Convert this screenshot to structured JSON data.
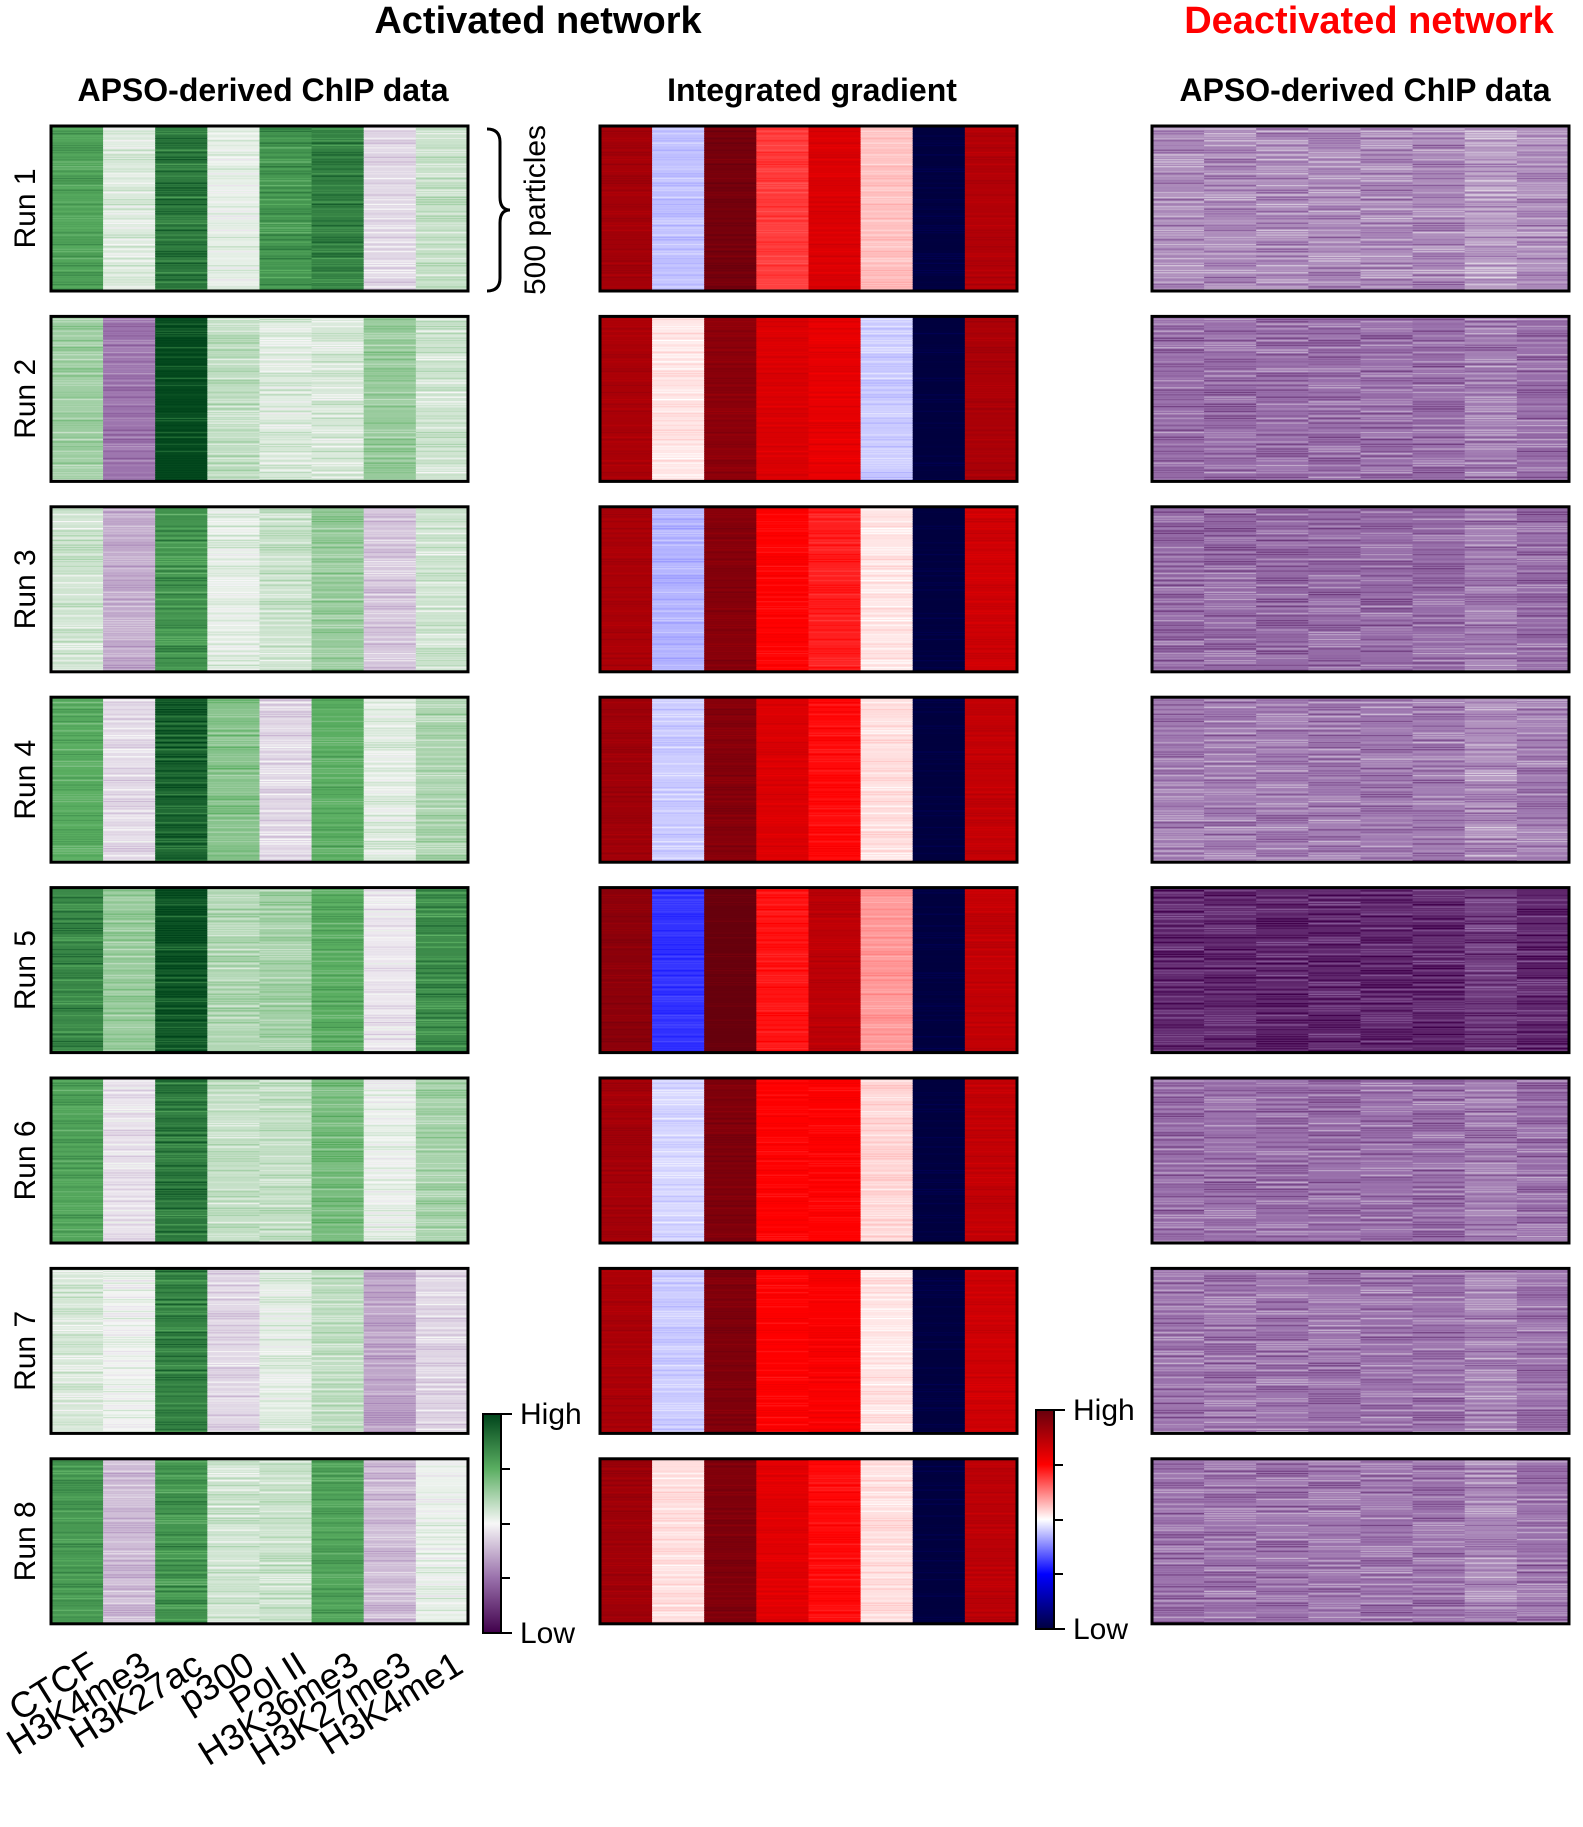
{
  "header": {
    "activated_title": "Activated network",
    "deactivated_title": "Deactivated network",
    "deactivated_color": "#ff0000"
  },
  "columns": {
    "left_title": "APSO-derived ChIP data",
    "middle_title": "Integrated gradient",
    "right_title": "APSO-derived ChIP data"
  },
  "annotation": {
    "particles_label": "500 particles"
  },
  "colorbars": {
    "green": {
      "high_label": "High",
      "low_label": "Low",
      "stops": [
        "#00441b",
        "#5aae61",
        "#f7f7f7",
        "#9970ab",
        "#40004b"
      ]
    },
    "redblue": {
      "high_label": "High",
      "low_label": "Low",
      "stops": [
        "#67000d",
        "#ff0000",
        "#ffffff",
        "#0000ff",
        "#00003f"
      ]
    }
  },
  "chart_data": {
    "type": "heatmap",
    "row_count_per_run": 500,
    "features": [
      "CTCF",
      "H3K4me3",
      "H3K27ac",
      "p300",
      "Pol II",
      "H3K36me3",
      "H3K27me3",
      "H3K4me1"
    ],
    "value_range": [
      -1,
      1
    ],
    "runs": [
      {
        "label": "Run 1",
        "chip_activated": [
          0.55,
          0.08,
          0.75,
          0.05,
          0.62,
          0.72,
          -0.12,
          0.15
        ],
        "integrated_gradient": [
          0.8,
          -0.12,
          0.95,
          0.38,
          0.62,
          0.12,
          -1.0,
          0.75
        ],
        "chip_deactivated": [
          -0.4,
          -0.4,
          -0.4,
          -0.4,
          -0.4,
          -0.4,
          -0.32,
          -0.38
        ]
      },
      {
        "label": "Run 2",
        "chip_activated": [
          0.28,
          -0.48,
          0.97,
          0.18,
          0.08,
          0.1,
          0.3,
          0.12
        ],
        "integrated_gradient": [
          0.78,
          0.05,
          0.88,
          0.62,
          0.58,
          -0.1,
          -1.0,
          0.78
        ],
        "chip_deactivated": [
          -0.5,
          -0.5,
          -0.5,
          -0.5,
          -0.5,
          -0.5,
          -0.45,
          -0.5
        ]
      },
      {
        "label": "Run 3",
        "chip_activated": [
          0.12,
          -0.28,
          0.62,
          0.06,
          0.14,
          0.3,
          -0.18,
          0.12
        ],
        "integrated_gradient": [
          0.78,
          -0.15,
          0.9,
          0.5,
          0.44,
          0.05,
          -1.0,
          0.66
        ],
        "chip_deactivated": [
          -0.52,
          -0.52,
          -0.52,
          -0.52,
          -0.52,
          -0.52,
          -0.45,
          -0.52
        ]
      },
      {
        "label": "Run 4",
        "chip_activated": [
          0.5,
          -0.1,
          0.85,
          0.36,
          -0.12,
          0.5,
          0.06,
          0.24
        ],
        "integrated_gradient": [
          0.82,
          -0.1,
          0.9,
          0.62,
          0.48,
          0.06,
          -1.0,
          0.7
        ],
        "chip_deactivated": [
          -0.45,
          -0.45,
          -0.45,
          -0.45,
          -0.45,
          -0.45,
          -0.38,
          -0.45
        ]
      },
      {
        "label": "Run 5",
        "chip_activated": [
          0.68,
          0.3,
          0.92,
          0.22,
          0.26,
          0.5,
          -0.06,
          0.66
        ],
        "integrated_gradient": [
          0.88,
          -0.4,
          1.0,
          0.46,
          0.72,
          0.2,
          -1.0,
          0.7
        ],
        "chip_deactivated": [
          -0.82,
          -0.82,
          -0.82,
          -0.82,
          -0.82,
          -0.82,
          -0.72,
          -0.82
        ]
      },
      {
        "label": "Run 6",
        "chip_activated": [
          0.55,
          -0.08,
          0.75,
          0.16,
          0.16,
          0.4,
          0.04,
          0.26
        ],
        "integrated_gradient": [
          0.8,
          -0.08,
          0.92,
          0.5,
          0.5,
          0.08,
          -1.0,
          0.7
        ],
        "chip_deactivated": [
          -0.5,
          -0.5,
          -0.5,
          -0.5,
          -0.5,
          -0.5,
          -0.44,
          -0.5
        ]
      },
      {
        "label": "Run 7",
        "chip_activated": [
          0.1,
          0.02,
          0.7,
          -0.12,
          0.06,
          0.18,
          -0.3,
          -0.12
        ],
        "integrated_gradient": [
          0.78,
          -0.1,
          0.92,
          0.5,
          0.52,
          0.05,
          -1.0,
          0.66
        ],
        "chip_deactivated": [
          -0.48,
          -0.48,
          -0.48,
          -0.48,
          -0.48,
          -0.48,
          -0.42,
          -0.48
        ]
      },
      {
        "label": "Run 8",
        "chip_activated": [
          0.6,
          -0.22,
          0.62,
          0.12,
          0.14,
          0.55,
          -0.22,
          0.04
        ],
        "integrated_gradient": [
          0.82,
          0.06,
          0.92,
          0.6,
          0.48,
          0.06,
          -1.0,
          0.72
        ],
        "chip_deactivated": [
          -0.48,
          -0.48,
          -0.48,
          -0.48,
          -0.48,
          -0.48,
          -0.4,
          -0.48
        ]
      }
    ]
  }
}
